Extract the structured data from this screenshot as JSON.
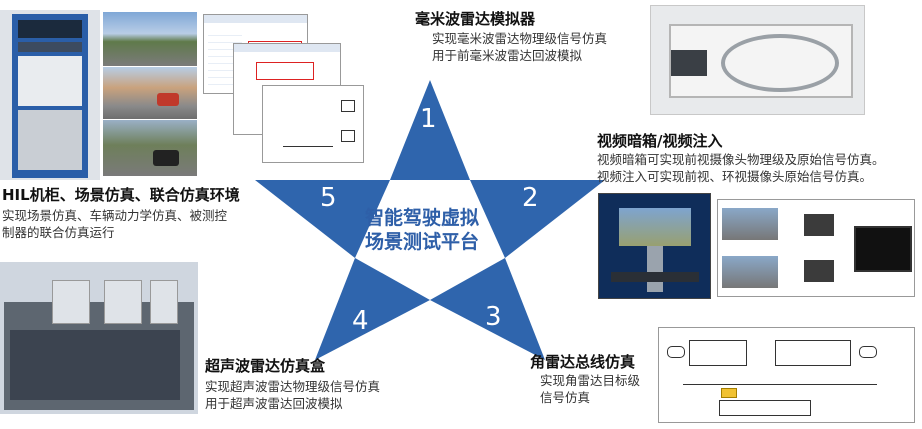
{
  "center": {
    "line1": "智能驾驶虚拟",
    "line2": "场景测试平台"
  },
  "points": [
    {
      "num": "1",
      "title": "毫米波雷达模拟器",
      "desc1": "实现毫米波雷达物理级信号仿真",
      "desc2": "用于前毫米波雷达回波模拟"
    },
    {
      "num": "2",
      "title": "视频暗箱/视频注入",
      "desc1": "视频暗箱可实现前视摄像头物理级及原始信号仿真。",
      "desc2": "视频注入可实现前视、环视摄像头原始信号仿真。"
    },
    {
      "num": "3",
      "title": "角雷达总线仿真",
      "desc1": "实现角雷达目标级",
      "desc2": "信号仿真"
    },
    {
      "num": "4",
      "title": "超声波雷达仿真盒",
      "desc1": "实现超声波雷达物理级信号仿真",
      "desc2": "用于超声波雷达回波模拟"
    },
    {
      "num": "5",
      "title": "HIL机柜、场景仿真、联合仿真环境",
      "desc1": "实现场景仿真、车辆动力学仿真、被测控",
      "desc2": "制器的联合仿真运行"
    }
  ],
  "colors": {
    "star": "#2f65ad",
    "center_text": "#2e5fa8",
    "tag": "#e07a2a"
  }
}
